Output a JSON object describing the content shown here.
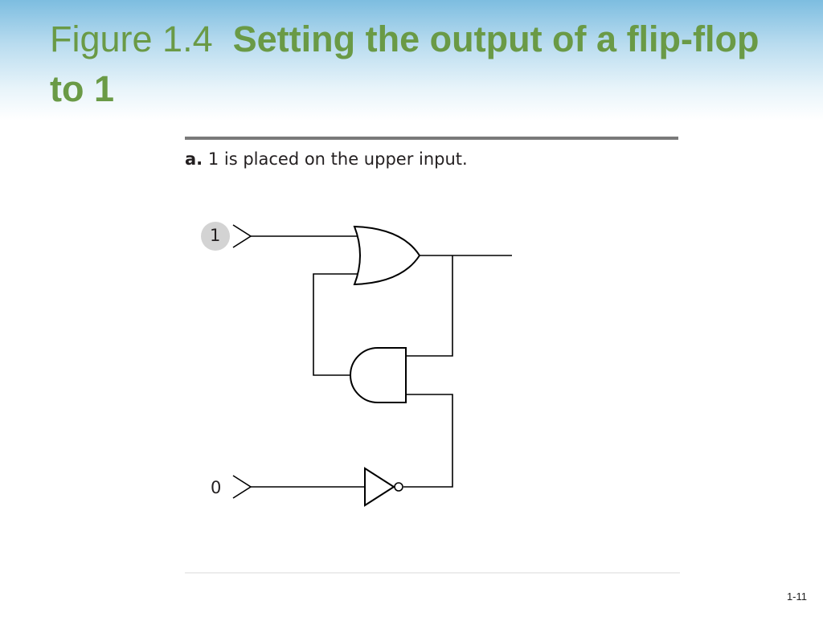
{
  "title": {
    "prefix": "Figure 1.4",
    "main": "Setting the output of a flip-flop to 1"
  },
  "caption": {
    "letter": "a.",
    "text": "1 is placed on the upper input."
  },
  "inputs": {
    "upper": "1",
    "lower": "0"
  },
  "page_number": "1-11",
  "colors": {
    "title": "#6a9a46",
    "highlight": "#d3d3d3",
    "line": "#000000"
  }
}
